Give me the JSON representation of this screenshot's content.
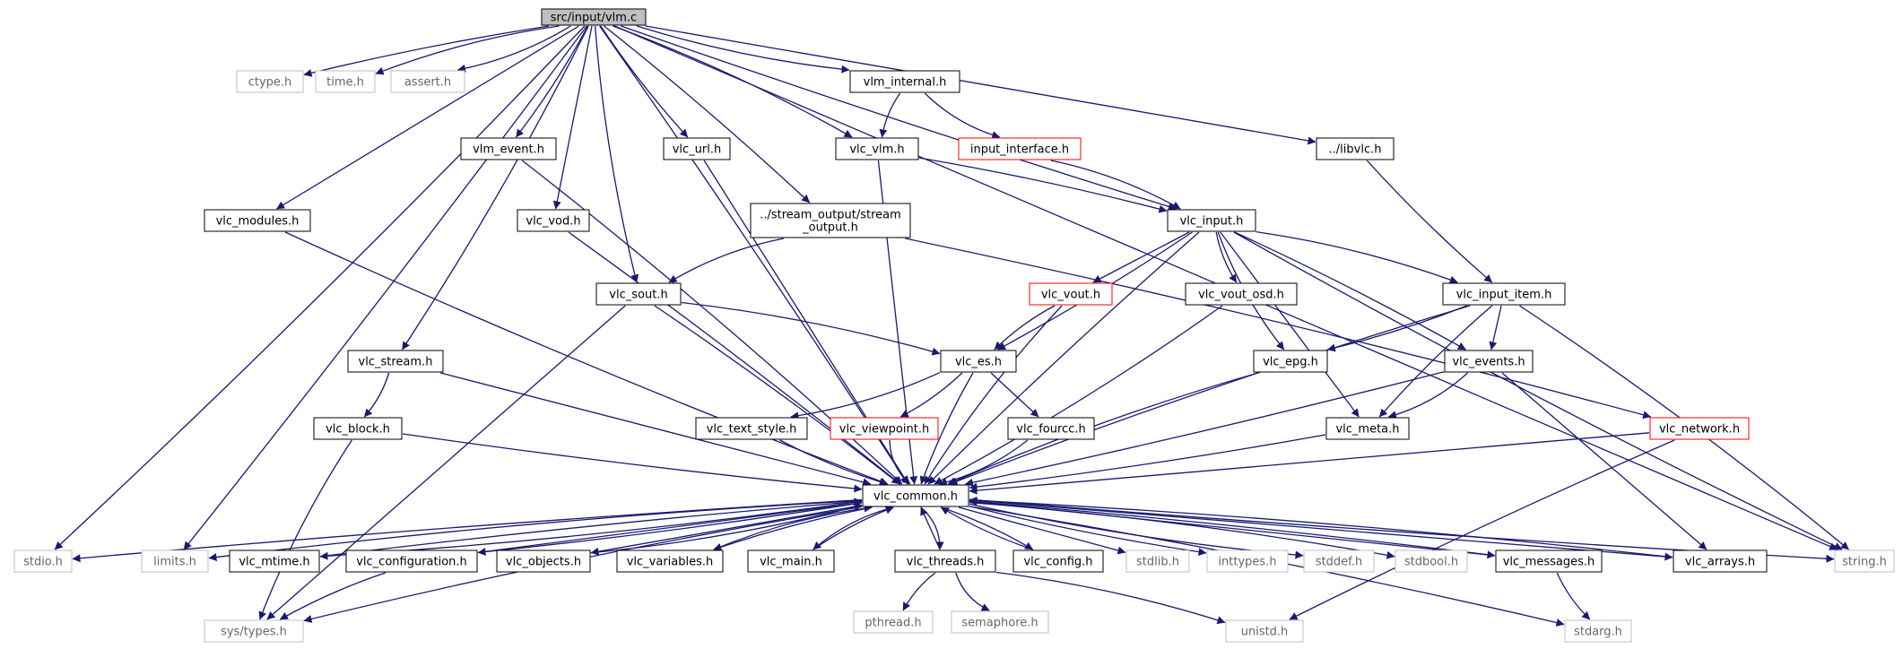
{
  "graph": {
    "root": "src/input/vlm.c",
    "colors": {
      "edge": "#191970",
      "box_default": "#000000",
      "box_missing": "#bfbfbf",
      "box_truncated": "#ff0000",
      "root_fill": "#bfbfbf",
      "text_default": "#000000",
      "text_missing": "#666666"
    },
    "nodes": [
      {
        "id": "root",
        "label": "src/input/vlm.c",
        "kind": "root"
      },
      {
        "id": "stdio",
        "label": "stdio.h",
        "kind": "missing"
      },
      {
        "id": "limits",
        "label": "limits.h",
        "kind": "missing"
      },
      {
        "id": "modules",
        "label": "vlc_modules.h",
        "kind": "normal"
      },
      {
        "id": "ctype",
        "label": "ctype.h",
        "kind": "missing"
      },
      {
        "id": "time",
        "label": "time.h",
        "kind": "missing"
      },
      {
        "id": "assert",
        "label": "assert.h",
        "kind": "missing"
      },
      {
        "id": "vlm_event",
        "label": "vlm_event.h",
        "kind": "normal"
      },
      {
        "id": "vod",
        "label": "vlc_vod.h",
        "kind": "normal"
      },
      {
        "id": "url",
        "label": "vlc_url.h",
        "kind": "normal"
      },
      {
        "id": "vlm_internal",
        "label": "vlm_internal.h",
        "kind": "normal"
      },
      {
        "id": "vlc_vlm",
        "label": "vlc_vlm.h",
        "kind": "normal"
      },
      {
        "id": "input_interface",
        "label": "input_interface.h",
        "kind": "truncated"
      },
      {
        "id": "stream_output",
        "label": "../stream_output/stream\n_output.h",
        "kind": "normal"
      },
      {
        "id": "libvlc",
        "label": "../libvlc.h",
        "kind": "normal"
      },
      {
        "id": "vlc_input",
        "label": "vlc_input.h",
        "kind": "normal"
      },
      {
        "id": "vlc_sout",
        "label": "vlc_sout.h",
        "kind": "normal"
      },
      {
        "id": "vlc_stream",
        "label": "vlc_stream.h",
        "kind": "normal"
      },
      {
        "id": "vlc_vout",
        "label": "vlc_vout.h",
        "kind": "truncated"
      },
      {
        "id": "vout_osd",
        "label": "vlc_vout_osd.h",
        "kind": "normal"
      },
      {
        "id": "input_item",
        "label": "vlc_input_item.h",
        "kind": "normal"
      },
      {
        "id": "vlc_block",
        "label": "vlc_block.h",
        "kind": "normal"
      },
      {
        "id": "vlc_es",
        "label": "vlc_es.h",
        "kind": "normal"
      },
      {
        "id": "vlc_epg",
        "label": "vlc_epg.h",
        "kind": "normal"
      },
      {
        "id": "vlc_events",
        "label": "vlc_events.h",
        "kind": "normal"
      },
      {
        "id": "text_style",
        "label": "vlc_text_style.h",
        "kind": "normal"
      },
      {
        "id": "viewpoint",
        "label": "vlc_viewpoint.h",
        "kind": "truncated"
      },
      {
        "id": "fourcc",
        "label": "vlc_fourcc.h",
        "kind": "normal"
      },
      {
        "id": "vlc_meta",
        "label": "vlc_meta.h",
        "kind": "normal"
      },
      {
        "id": "vlc_network",
        "label": "vlc_network.h",
        "kind": "truncated"
      },
      {
        "id": "vlc_common",
        "label": "vlc_common.h",
        "kind": "normal"
      },
      {
        "id": "mtime",
        "label": "vlc_mtime.h",
        "kind": "normal"
      },
      {
        "id": "configuration",
        "label": "vlc_configuration.h",
        "kind": "normal"
      },
      {
        "id": "objects",
        "label": "vlc_objects.h",
        "kind": "normal"
      },
      {
        "id": "variables",
        "label": "vlc_variables.h",
        "kind": "normal"
      },
      {
        "id": "vlc_main",
        "label": "vlc_main.h",
        "kind": "normal"
      },
      {
        "id": "threads",
        "label": "vlc_threads.h",
        "kind": "normal"
      },
      {
        "id": "vlc_config",
        "label": "vlc_config.h",
        "kind": "normal"
      },
      {
        "id": "stdlib",
        "label": "stdlib.h",
        "kind": "missing"
      },
      {
        "id": "inttypes",
        "label": "inttypes.h",
        "kind": "missing"
      },
      {
        "id": "stddef",
        "label": "stddef.h",
        "kind": "missing"
      },
      {
        "id": "stdbool",
        "label": "stdbool.h",
        "kind": "missing"
      },
      {
        "id": "messages",
        "label": "vlc_messages.h",
        "kind": "normal"
      },
      {
        "id": "arrays",
        "label": "vlc_arrays.h",
        "kind": "normal"
      },
      {
        "id": "string",
        "label": "string.h",
        "kind": "missing"
      },
      {
        "id": "sys_types",
        "label": "sys/types.h",
        "kind": "missing"
      },
      {
        "id": "pthread",
        "label": "pthread.h",
        "kind": "missing"
      },
      {
        "id": "semaphore",
        "label": "semaphore.h",
        "kind": "missing"
      },
      {
        "id": "unistd",
        "label": "unistd.h",
        "kind": "missing"
      },
      {
        "id": "stdarg",
        "label": "stdarg.h",
        "kind": "missing"
      }
    ],
    "edges": [
      [
        "root",
        "stdio"
      ],
      [
        "root",
        "limits"
      ],
      [
        "root",
        "modules"
      ],
      [
        "root",
        "ctype"
      ],
      [
        "root",
        "time"
      ],
      [
        "root",
        "assert"
      ],
      [
        "root",
        "vlm_event"
      ],
      [
        "root",
        "vod"
      ],
      [
        "root",
        "url"
      ],
      [
        "root",
        "vlm_internal"
      ],
      [
        "root",
        "vlc_vlm"
      ],
      [
        "root",
        "stream_output"
      ],
      [
        "root",
        "libvlc"
      ],
      [
        "root",
        "vlc_input"
      ],
      [
        "root",
        "vlc_sout"
      ],
      [
        "root",
        "vlc_stream"
      ],
      [
        "root",
        "vlc_common"
      ],
      [
        "root",
        "string"
      ],
      [
        "vlm_internal",
        "vlc_vlm"
      ],
      [
        "vlm_internal",
        "input_interface"
      ],
      [
        "input_interface",
        "vlc_input"
      ],
      [
        "vlc_vlm",
        "vlc_input"
      ],
      [
        "vlc_vlm",
        "vlc_common"
      ],
      [
        "libvlc",
        "input_item"
      ],
      [
        "stream_output",
        "vlc_sout"
      ],
      [
        "stream_output",
        "vlc_network"
      ],
      [
        "vlc_input",
        "vlc_es"
      ],
      [
        "vlc_input",
        "vlc_vout"
      ],
      [
        "vlc_input",
        "vout_osd"
      ],
      [
        "vlc_input",
        "vlc_epg"
      ],
      [
        "vlc_input",
        "input_item"
      ],
      [
        "vlc_input",
        "vlc_events"
      ],
      [
        "vlc_input",
        "vlc_meta"
      ],
      [
        "vlc_input",
        "vlc_common"
      ],
      [
        "vlc_input",
        "string"
      ],
      [
        "vlc_sout",
        "vlc_es"
      ],
      [
        "vlc_sout",
        "vlc_common"
      ],
      [
        "vlc_sout",
        "sys_types"
      ],
      [
        "vlc_vout",
        "vlc_es"
      ],
      [
        "vlc_vout",
        "vlc_common"
      ],
      [
        "vout_osd",
        "vlc_common"
      ],
      [
        "input_item",
        "vlc_epg"
      ],
      [
        "input_item",
        "vlc_events"
      ],
      [
        "input_item",
        "vlc_meta"
      ],
      [
        "input_item",
        "vlc_common"
      ],
      [
        "input_item",
        "string"
      ],
      [
        "vlc_stream",
        "vlc_block"
      ],
      [
        "vlc_stream",
        "vlc_common"
      ],
      [
        "vlc_block",
        "vlc_common"
      ],
      [
        "vlc_block",
        "sys_types"
      ],
      [
        "vlc_es",
        "text_style"
      ],
      [
        "vlc_es",
        "viewpoint"
      ],
      [
        "vlc_es",
        "fourcc"
      ],
      [
        "vlc_es",
        "vlc_common"
      ],
      [
        "vlc_epg",
        "vlc_common"
      ],
      [
        "vlc_events",
        "vlc_meta"
      ],
      [
        "vlc_events",
        "vlc_common"
      ],
      [
        "vlc_events",
        "arrays"
      ],
      [
        "text_style",
        "vlc_common"
      ],
      [
        "viewpoint",
        "vlc_common"
      ],
      [
        "fourcc",
        "vlc_common"
      ],
      [
        "vlc_meta",
        "vlc_common"
      ],
      [
        "vlc_network",
        "vlc_common"
      ],
      [
        "vlc_network",
        "unistd"
      ],
      [
        "modules",
        "vlc_common"
      ],
      [
        "vlm_event",
        "vlc_common"
      ],
      [
        "vod",
        "vlc_common"
      ],
      [
        "url",
        "vlc_common"
      ],
      [
        "vlc_common",
        "stdio"
      ],
      [
        "vlc_common",
        "limits"
      ],
      [
        "vlc_common",
        "mtime"
      ],
      [
        "vlc_common",
        "configuration"
      ],
      [
        "vlc_common",
        "objects"
      ],
      [
        "vlc_common",
        "variables"
      ],
      [
        "vlc_common",
        "vlc_main"
      ],
      [
        "vlc_common",
        "threads"
      ],
      [
        "vlc_common",
        "vlc_config"
      ],
      [
        "vlc_common",
        "stdlib"
      ],
      [
        "vlc_common",
        "inttypes"
      ],
      [
        "vlc_common",
        "stddef"
      ],
      [
        "vlc_common",
        "stdbool"
      ],
      [
        "vlc_common",
        "messages"
      ],
      [
        "vlc_common",
        "arrays"
      ],
      [
        "vlc_common",
        "string"
      ],
      [
        "vlc_common",
        "sys_types"
      ],
      [
        "vlc_common",
        "stdarg"
      ],
      [
        "mtime",
        "vlc_common"
      ],
      [
        "configuration",
        "vlc_common"
      ],
      [
        "configuration",
        "sys_types"
      ],
      [
        "objects",
        "vlc_common"
      ],
      [
        "variables",
        "vlc_common"
      ],
      [
        "vlc_main",
        "vlc_common"
      ],
      [
        "threads",
        "vlc_common"
      ],
      [
        "threads",
        "pthread"
      ],
      [
        "threads",
        "semaphore"
      ],
      [
        "threads",
        "unistd"
      ],
      [
        "vlc_config",
        "vlc_common"
      ],
      [
        "messages",
        "vlc_common"
      ],
      [
        "messages",
        "stdarg"
      ],
      [
        "arrays",
        "vlc_common"
      ]
    ]
  }
}
